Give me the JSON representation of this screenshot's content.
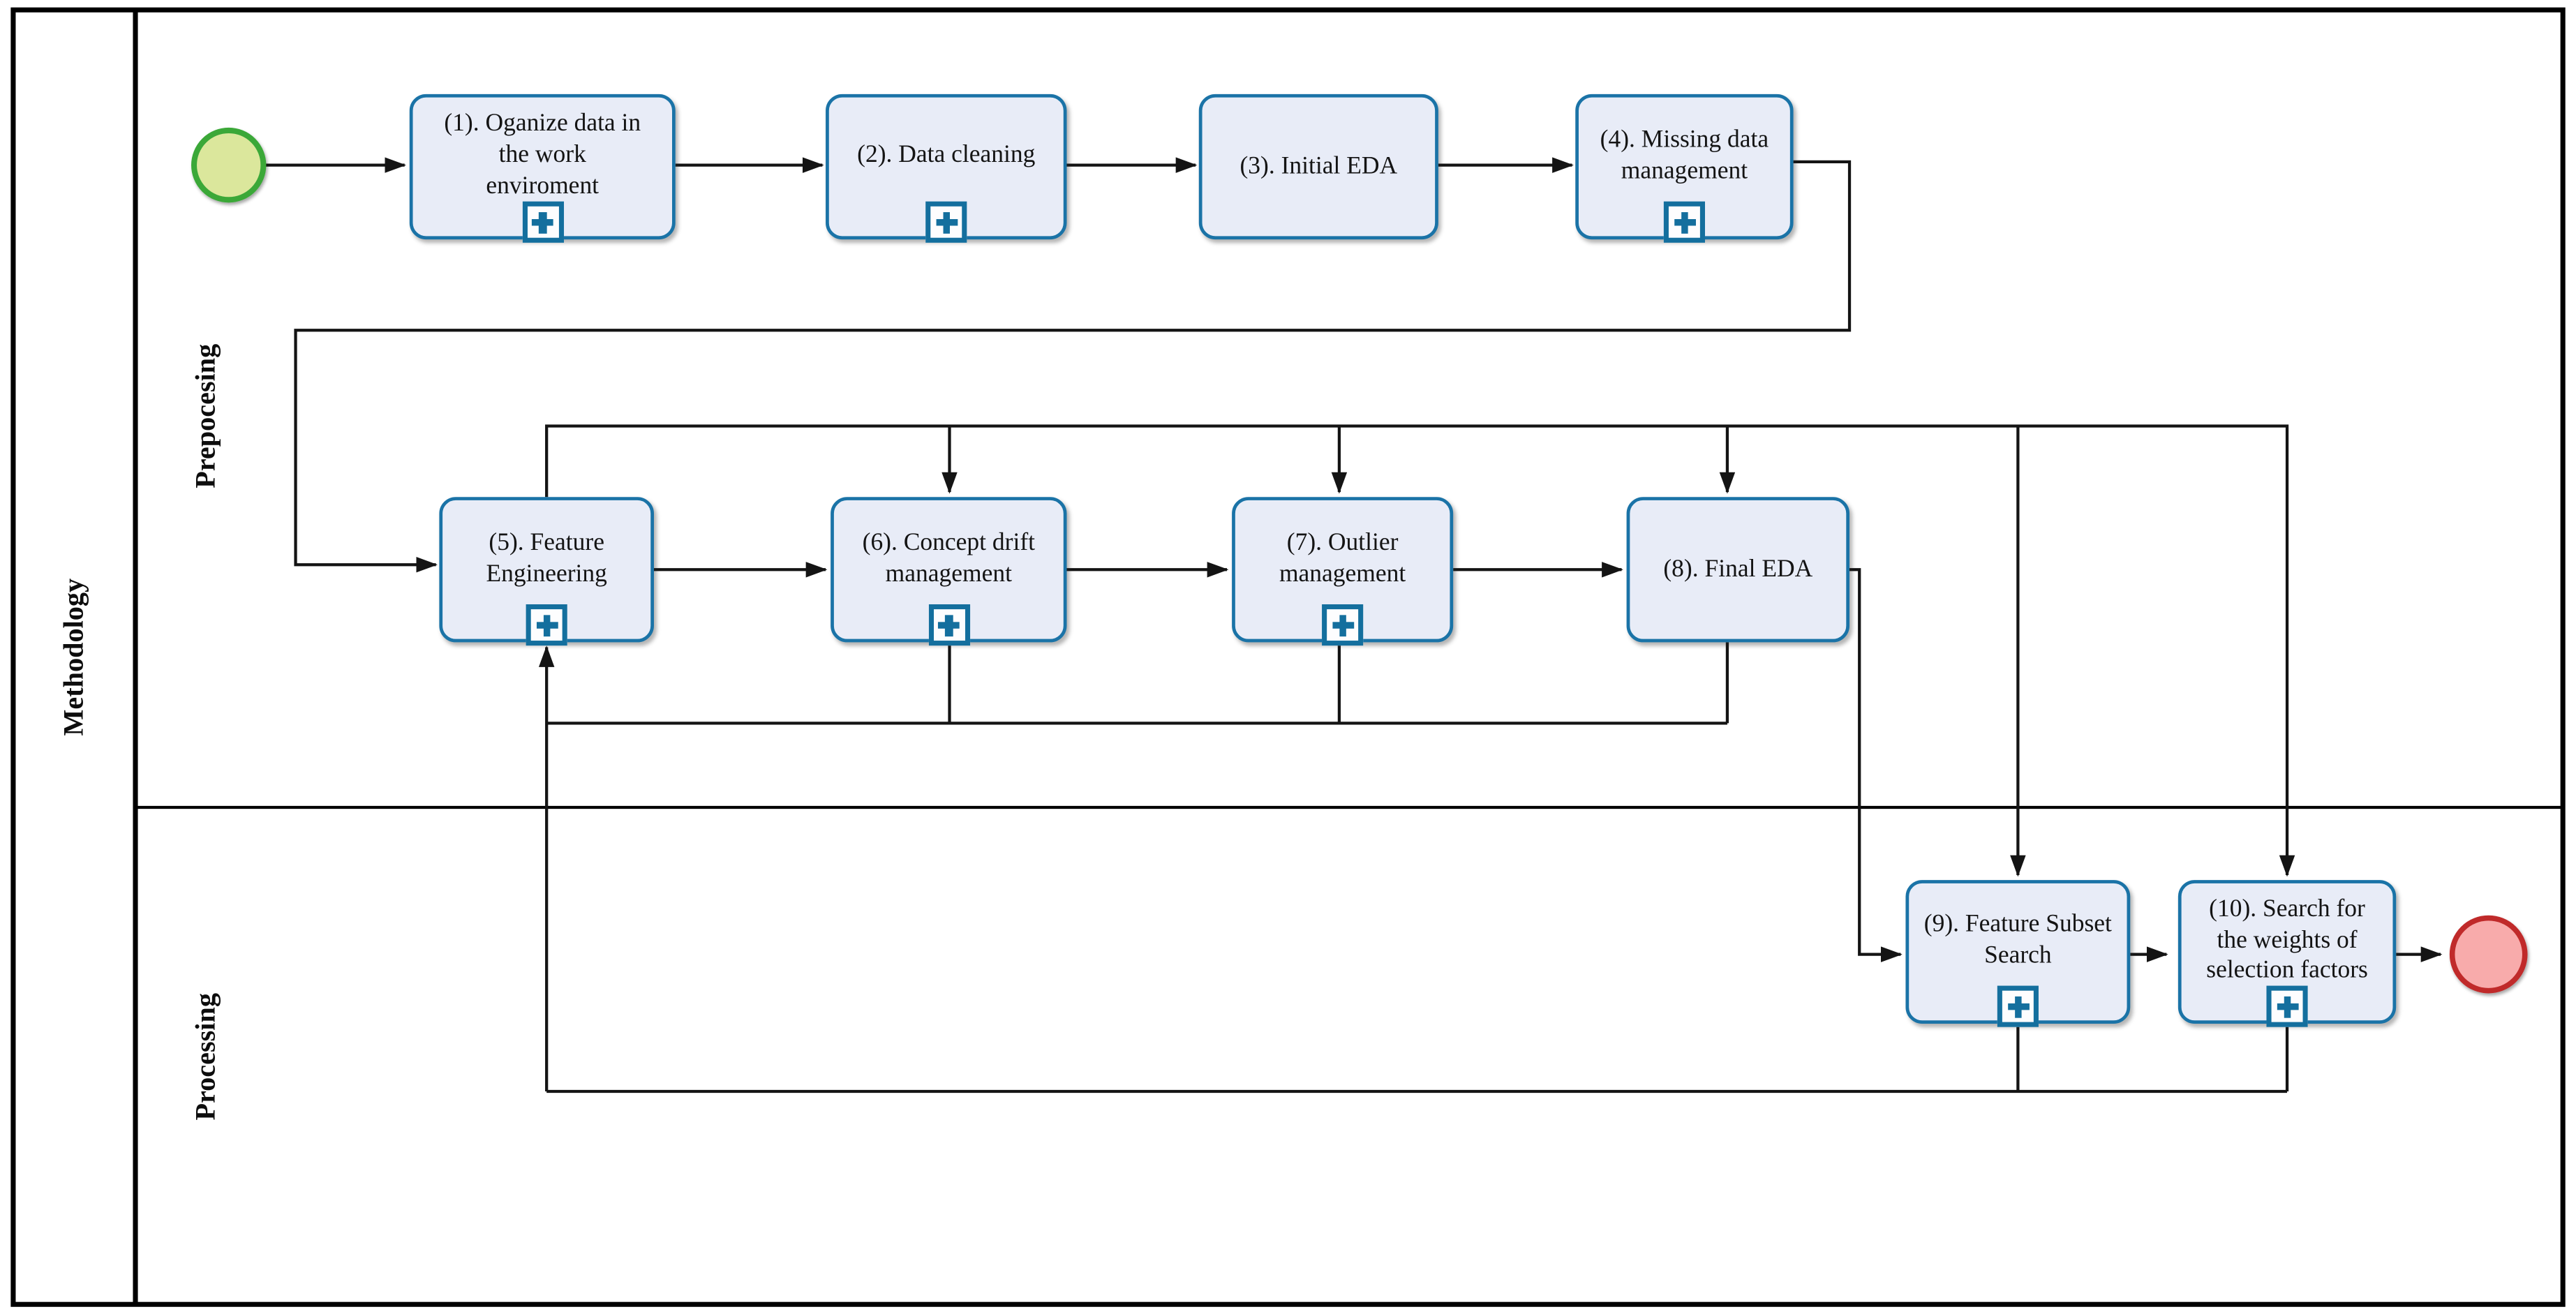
{
  "pool": {
    "label": "Methodology"
  },
  "lanes": [
    {
      "label": "Prepocesing"
    },
    {
      "label": "Processing"
    }
  ],
  "tasks": [
    {
      "id": "1",
      "label": "(1). Oganize data in\nthe work\nenviroment",
      "subprocess_marker": true
    },
    {
      "id": "2",
      "label": "(2). Data cleaning",
      "subprocess_marker": true
    },
    {
      "id": "3",
      "label": "(3). Initial EDA",
      "subprocess_marker": false
    },
    {
      "id": "4",
      "label": "(4). Missing data\nmanagement",
      "subprocess_marker": true
    },
    {
      "id": "5",
      "label": "(5). Feature\nEngineering",
      "subprocess_marker": true
    },
    {
      "id": "6",
      "label": "(6). Concept drift\nmanagement",
      "subprocess_marker": true
    },
    {
      "id": "7",
      "label": "(7). Outlier\nmanagement",
      "subprocess_marker": true
    },
    {
      "id": "8",
      "label": "(8). Final EDA",
      "subprocess_marker": false
    },
    {
      "id": "9",
      "label": "(9). Feature Subset\nSearch",
      "subprocess_marker": true
    },
    {
      "id": "10",
      "label": "(10). Search for\nthe weights of\nselection factors",
      "subprocess_marker": true
    }
  ],
  "events": [
    {
      "name": "start-event",
      "fill": "#dbe79c",
      "stroke": "#3aa838"
    },
    {
      "name": "end-event",
      "fill": "#f8abab",
      "stroke": "#c02929"
    }
  ],
  "icons": {
    "subprocess_marker": "plus-icon"
  },
  "colors": {
    "task_fill": "#e8ecf7",
    "task_border": "#1a73a7",
    "marker_blue": "#146f9e",
    "connector": "#141414",
    "frame": "#000000"
  }
}
